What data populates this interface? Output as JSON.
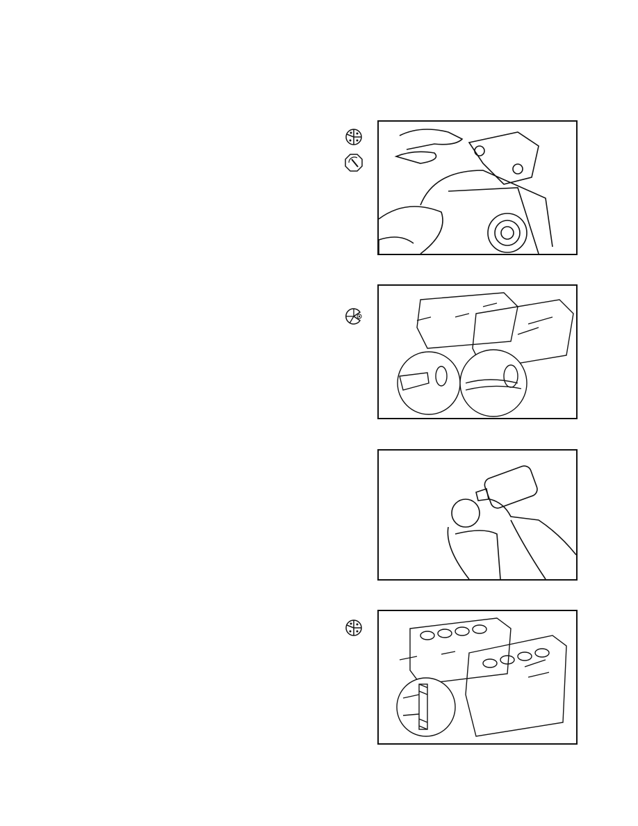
{
  "page": {
    "figures": [
      {
        "subject": "alternator-removal",
        "icons": [
          "tool-kit-icon",
          "torque-gauge-icon"
        ]
      },
      {
        "subject": "engine-block-plug-removal",
        "icons": [
          "partial-pie-icon"
        ]
      },
      {
        "subject": "sealant-application",
        "icons": []
      },
      {
        "subject": "engine-block-plug-install",
        "icons": [
          "tool-kit-icon"
        ]
      }
    ],
    "colors": {
      "ink": "#111111",
      "paper": "#ffffff"
    }
  }
}
